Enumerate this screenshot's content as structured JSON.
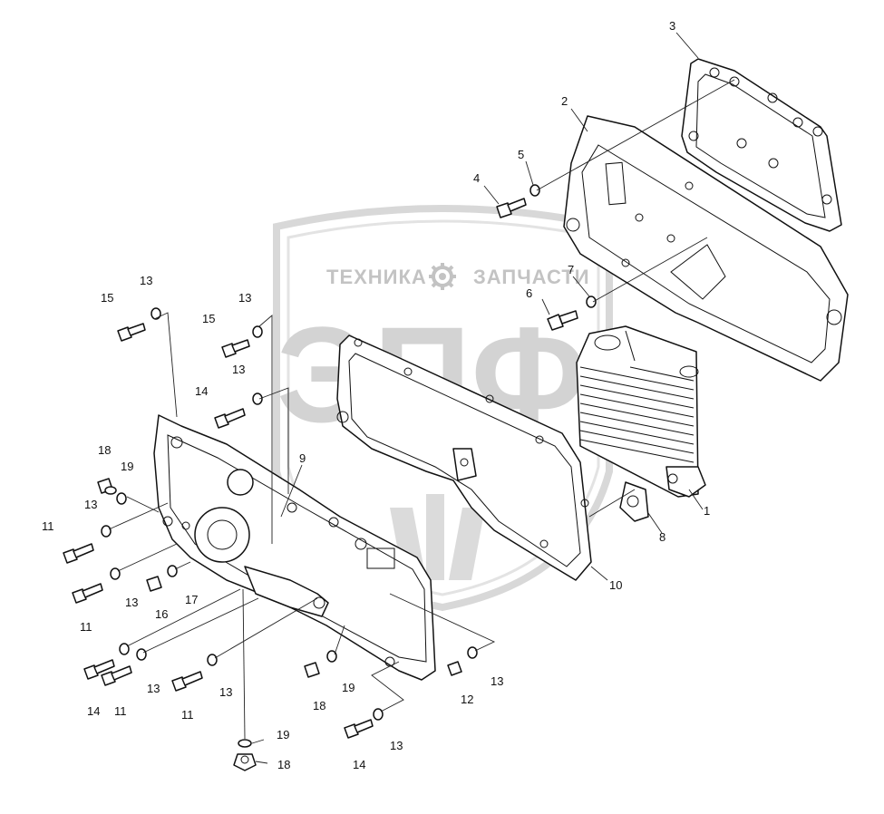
{
  "watermark": {
    "line1": "ТЕХНИКА",
    "line2": "ЗАПЧАСТИ",
    "big": "ЭПФ",
    "colors": {
      "text": "#bdbdbd",
      "shield": "#d4d4d4"
    }
  },
  "callouts": [
    {
      "id": "c1",
      "label": "1"
    },
    {
      "id": "c2",
      "label": "2"
    },
    {
      "id": "c3",
      "label": "3"
    },
    {
      "id": "c4",
      "label": "4"
    },
    {
      "id": "c5",
      "label": "5"
    },
    {
      "id": "c6",
      "label": "6"
    },
    {
      "id": "c7",
      "label": "7"
    },
    {
      "id": "c8",
      "label": "8"
    },
    {
      "id": "c9",
      "label": "9"
    },
    {
      "id": "c10",
      "label": "10"
    },
    {
      "id": "c11a",
      "label": "11"
    },
    {
      "id": "c11b",
      "label": "11"
    },
    {
      "id": "c11c",
      "label": "11"
    },
    {
      "id": "c11d",
      "label": "11"
    },
    {
      "id": "c12",
      "label": "12"
    },
    {
      "id": "c13a",
      "label": "13"
    },
    {
      "id": "c13b",
      "label": "13"
    },
    {
      "id": "c13c",
      "label": "13"
    },
    {
      "id": "c13d",
      "label": "13"
    },
    {
      "id": "c13e",
      "label": "13"
    },
    {
      "id": "c13f",
      "label": "13"
    },
    {
      "id": "c13g",
      "label": "13"
    },
    {
      "id": "c13h",
      "label": "13"
    },
    {
      "id": "c13i",
      "label": "13"
    },
    {
      "id": "c14a",
      "label": "14"
    },
    {
      "id": "c14b",
      "label": "14"
    },
    {
      "id": "c14c",
      "label": "14"
    },
    {
      "id": "c15a",
      "label": "15"
    },
    {
      "id": "c15b",
      "label": "15"
    },
    {
      "id": "c16",
      "label": "16"
    },
    {
      "id": "c17",
      "label": "17"
    },
    {
      "id": "c18a",
      "label": "18"
    },
    {
      "id": "c18b",
      "label": "18"
    },
    {
      "id": "c18c",
      "label": "18"
    },
    {
      "id": "c19a",
      "label": "19"
    },
    {
      "id": "c19b",
      "label": "19"
    },
    {
      "id": "c19c",
      "label": "19"
    }
  ]
}
